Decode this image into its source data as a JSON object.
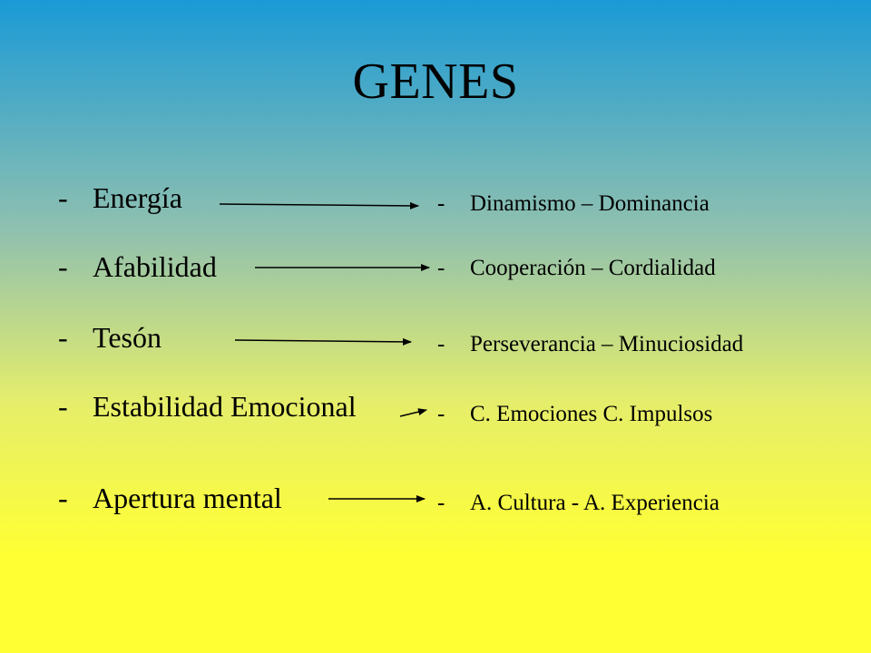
{
  "title": "GENES",
  "dash": "-",
  "rows": [
    {
      "left": "Energía",
      "right": "Dinamismo – Dominancia"
    },
    {
      "left": "Afabilidad",
      "right": "Cooperación – Cordialidad"
    },
    {
      "left": "Tesón",
      "right": "Perseverancia – Minuciosidad"
    },
    {
      "left": "Estabilidad Emocional",
      "right": "C. Emociones C. Impulsos"
    },
    {
      "left": "Apertura mental",
      "right": "A. Cultura - A. Experiencia"
    }
  ]
}
